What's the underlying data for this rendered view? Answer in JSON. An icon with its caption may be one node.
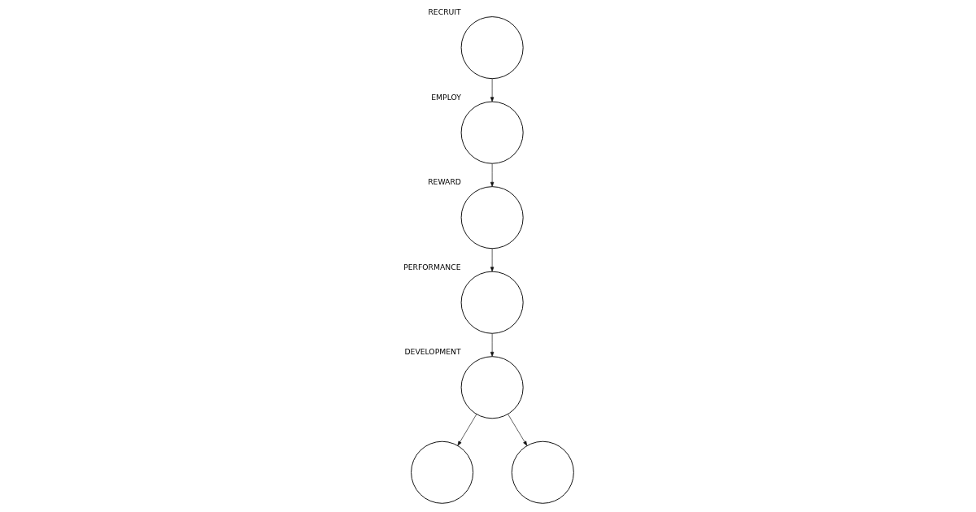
{
  "diagram": {
    "nodes": [
      {
        "text": [],
        "shape": "circle",
        "beside": [
          "RECRUIT"
        ]
      },
      {
        "text": [],
        "shape": "circle",
        "beside": [
          "EMPLOY"
        ]
      },
      {
        "text": [],
        "shape": "circle",
        "beside": [
          "REWARD"
        ]
      },
      {
        "text": [],
        "shape": "circle",
        "beside": [
          "PERFORMANCE"
        ]
      },
      {
        "text": [],
        "shape": "circle",
        "beside": [
          "DEVELOPMENT"
        ]
      },
      {
        "text": [],
        "shape": "circle"
      },
      {
        "text": [],
        "shape": "circle"
      }
    ],
    "edges": [
      {
        "from": 0,
        "to": 1,
        "arrow": "to"
      },
      {
        "from": 1,
        "to": 2,
        "arrow": "to"
      },
      {
        "from": 2,
        "to": 3,
        "arrow": "to"
      },
      {
        "from": 3,
        "to": 4,
        "arrow": "to"
      },
      {
        "from": 4,
        "to": 5,
        "arrow": "to"
      },
      {
        "from": 4,
        "to": 6,
        "arrow": "to"
      }
    ]
  }
}
